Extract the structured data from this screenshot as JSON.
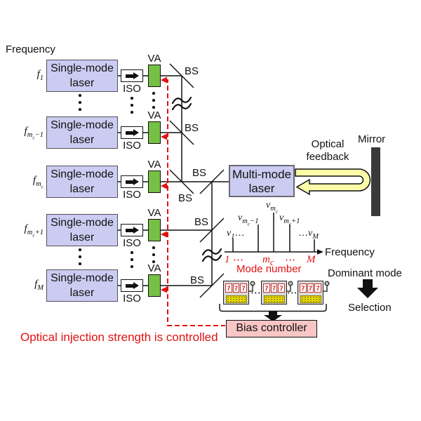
{
  "title": "Mode-selection scheme with optical injection and optical feedback",
  "colors": {
    "laser_box_fill": "#ccccf2",
    "va_green": "#76c045",
    "feedback_yellow": "#fbfba9",
    "mirror_gray": "#3a3a3a",
    "bias_pink": "#f9c6c6",
    "control_red": "#e01212",
    "slot_body_gray": "#d9d9d9",
    "coin_tray_yellow": "#e6d90c"
  },
  "top_frequency_label": "Frequency",
  "labels": {
    "iso": "ISO",
    "va": "VA",
    "bs": "BS"
  },
  "laser_row": {
    "line1": "Single-mode",
    "line2": "laser"
  },
  "rows": [
    {
      "f": {
        "base": "f",
        "sub": "1",
        "subsub": "",
        "tail": ""
      }
    },
    {
      "f": {
        "base": "f",
        "sub": "m",
        "subsub": "c",
        "tail": "−1"
      }
    },
    {
      "f": {
        "base": "f",
        "sub": "m",
        "subsub": "c",
        "tail": ""
      }
    },
    {
      "f": {
        "base": "f",
        "sub": "m",
        "subsub": "c",
        "tail": "+1"
      }
    },
    {
      "f": {
        "base": "f",
        "sub": "M",
        "subsub": "",
        "tail": ""
      }
    }
  ],
  "ellipsis_vertical": "⋮",
  "multimode_laser": {
    "line1": "Multi-mode",
    "line2": "laser"
  },
  "optical_feedback": {
    "line1": "Optical",
    "line2": "feedback"
  },
  "mirror_label": "Mirror",
  "spectrum": {
    "axis_label": "Frequency",
    "peaks": [
      {
        "base": "ν",
        "sub": "1",
        "subsub": "",
        "tail": "",
        "dots_after": "…"
      },
      {
        "base": "ν",
        "sub": "m",
        "subsub": "c",
        "tail": "−1"
      },
      {
        "base": "ν",
        "sub": "m",
        "subsub": "c",
        "tail": ""
      },
      {
        "base": "ν",
        "sub": "m",
        "subsub": "c",
        "tail": "+1"
      },
      {
        "base": "ν",
        "sub": "M",
        "subsub": "",
        "tail": "",
        "dots_before": "…"
      }
    ],
    "mode_numbers": {
      "first": "1",
      "dots1": "⋯",
      "mc_base": "m",
      "mc_sub": "c",
      "dots2": "⋯",
      "last": "M"
    },
    "mode_number_label": "Mode number"
  },
  "slots": {
    "digit": "7",
    "separator": "⋯"
  },
  "bias_controller_label": "Bias controller",
  "dominant_mode_label": "Dominant mode",
  "selection_label": "Selection",
  "red_note": "Optical injection strength is controlled"
}
